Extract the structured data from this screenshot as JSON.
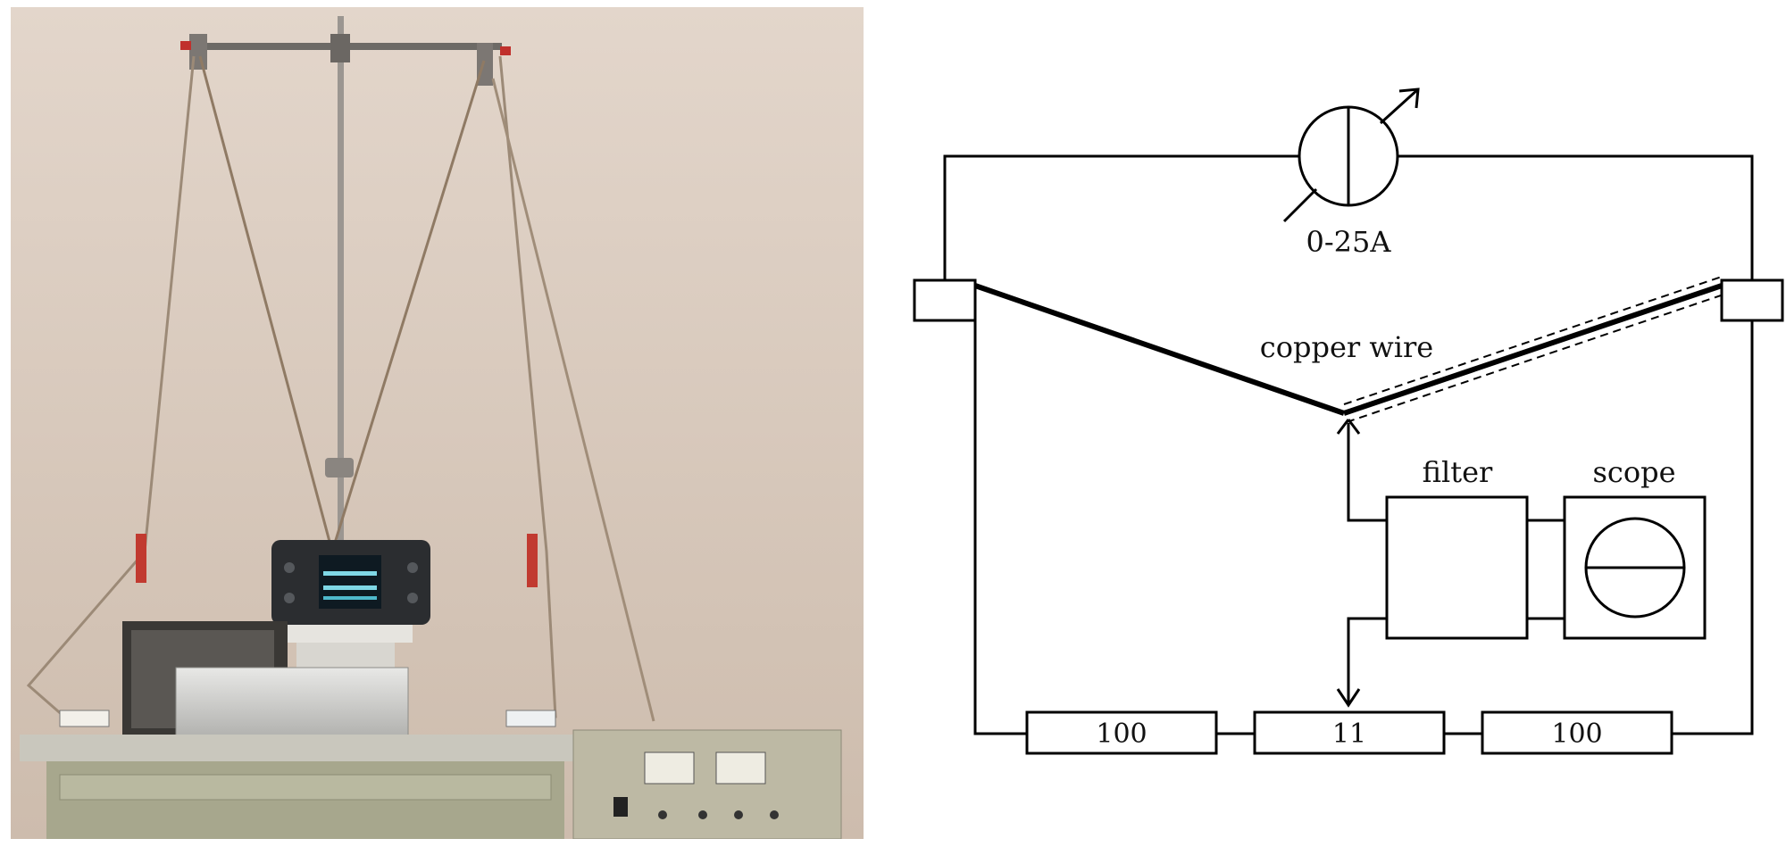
{
  "figure": {
    "photo": {
      "description_icon": "experimental-setup-photo"
    },
    "diagram": {
      "ammeter_label": "0-25A",
      "wire_label": "copper wire",
      "filter_label": "filter",
      "scope_label": "scope",
      "resistors": [
        "100",
        "11",
        "100"
      ]
    }
  }
}
